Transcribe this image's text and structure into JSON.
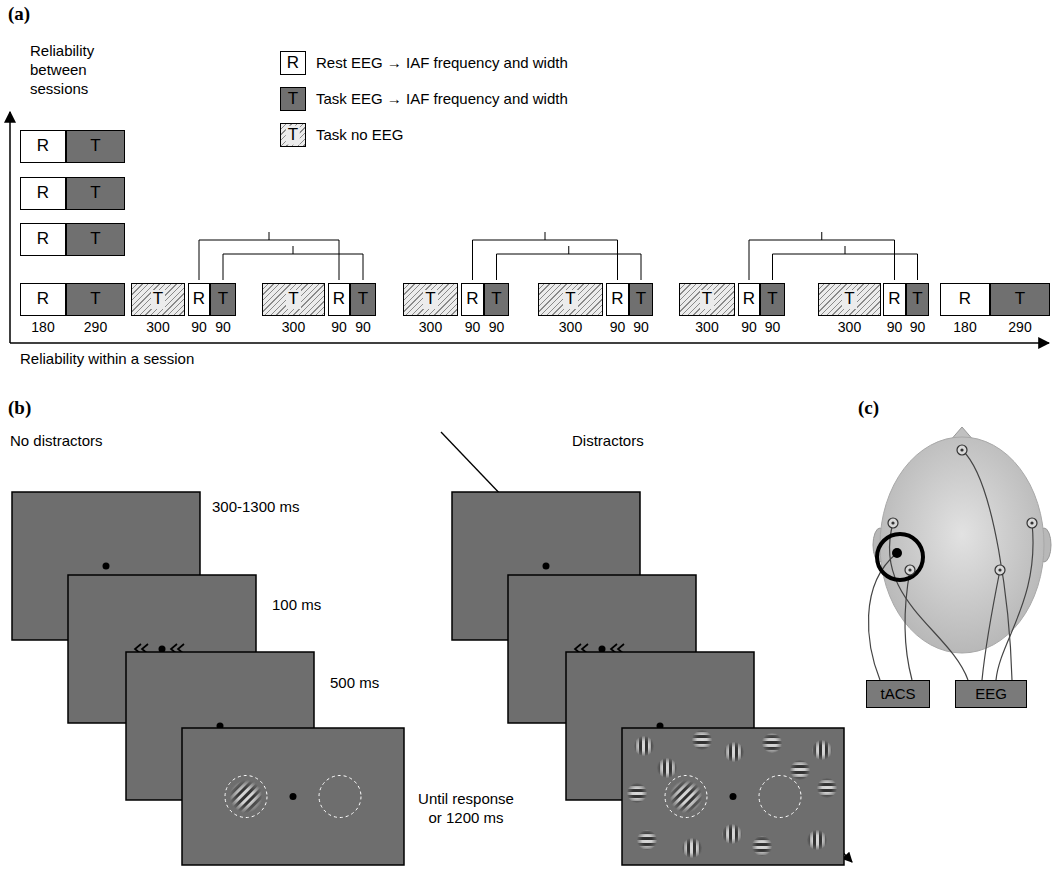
{
  "diagram": {
    "nodes": [
      {
        "text": [
          "R"
        ]
      },
      {
        "text": [
          "T"
        ]
      },
      {
        "text": [
          "R"
        ]
      },
      {
        "text": [
          "T"
        ]
      },
      {
        "text": [
          "R"
        ]
      },
      {
        "text": [
          "T"
        ]
      },
      {
        "text": [
          "R"
        ]
      },
      {
        "text": [
          "T"
        ]
      },
      {
        "text": [
          "T"
        ]
      },
      {
        "text": [
          "R"
        ]
      },
      {
        "text": [
          "T"
        ]
      },
      {
        "text": [
          "T"
        ]
      },
      {
        "text": [
          "R"
        ]
      },
      {
        "text": [
          "T"
        ]
      },
      {
        "text": [
          "T"
        ]
      },
      {
        "text": [
          "R"
        ]
      },
      {
        "text": [
          "T"
        ]
      },
      {
        "text": [
          "T"
        ]
      },
      {
        "text": [
          "R"
        ]
      },
      {
        "text": [
          "T"
        ]
      },
      {
        "text": [
          "T"
        ]
      },
      {
        "text": [
          "R"
        ]
      },
      {
        "text": [
          "T"
        ]
      },
      {
        "text": [
          "T"
        ]
      },
      {
        "text": [
          "R"
        ]
      },
      {
        "text": [
          "T"
        ]
      },
      {
        "text": [
          "R"
        ]
      },
      {
        "text": [
          "T"
        ]
      },
      {
        "text": [
          "tACS"
        ]
      },
      {
        "text": [
          "EEG"
        ]
      }
    ],
    "labels": [
      "(a)",
      "Reliability between sessions",
      "R",
      "T",
      "T",
      "180",
      "290",
      "300",
      "90",
      "90",
      "300",
      "90",
      "90",
      "300",
      "90",
      "90",
      "300",
      "90",
      "90",
      "300",
      "90",
      "90",
      "300",
      "90",
      "90",
      "180",
      "290",
      "Reliability within a session",
      "(b)",
      "No distractors",
      "Distractors",
      "300-1300 ms",
      "100 ms",
      "500 ms",
      "Until response or 1200 ms",
      "(c)"
    ],
    "legend": [
      {
        "text": "Rest EEG → IAF frequency and width",
        "color": "#ffffff"
      },
      {
        "text": "Task EEG → IAF frequency and width",
        "color": "#707070"
      },
      {
        "text": "Task no EEG"
      }
    ]
  }
}
